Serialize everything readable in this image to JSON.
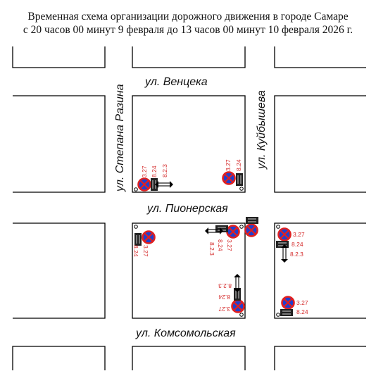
{
  "title": {
    "line1": "Временная схема организации дорожного движения в городе Самаре",
    "line2": "с  20 часов 00 минут 9 февраля до 13 часов 00 минут 10 февраля 2026 г."
  },
  "streets": {
    "ventseka": "ул. Венцека",
    "stepana_razina": "ул. Степана Разина",
    "kuibysheva": "ул. Куйбышева",
    "pionerskaya": "ул. Пионерская",
    "komsomolskaya": "ул. Комсомольская"
  },
  "sign_codes": {
    "no_stopping": "3.27",
    "tow_truck": "8.24",
    "action_zone": "8.2.3"
  },
  "colors": {
    "sign_fill": "#1f3fd0",
    "sign_ring": "#e02020",
    "code_text": "#d42a2a"
  },
  "icons": {
    "no_stopping": "no-stopping-sign",
    "tow_truck": "tow-truck-plate",
    "zone_arrow": "double-arrow"
  }
}
